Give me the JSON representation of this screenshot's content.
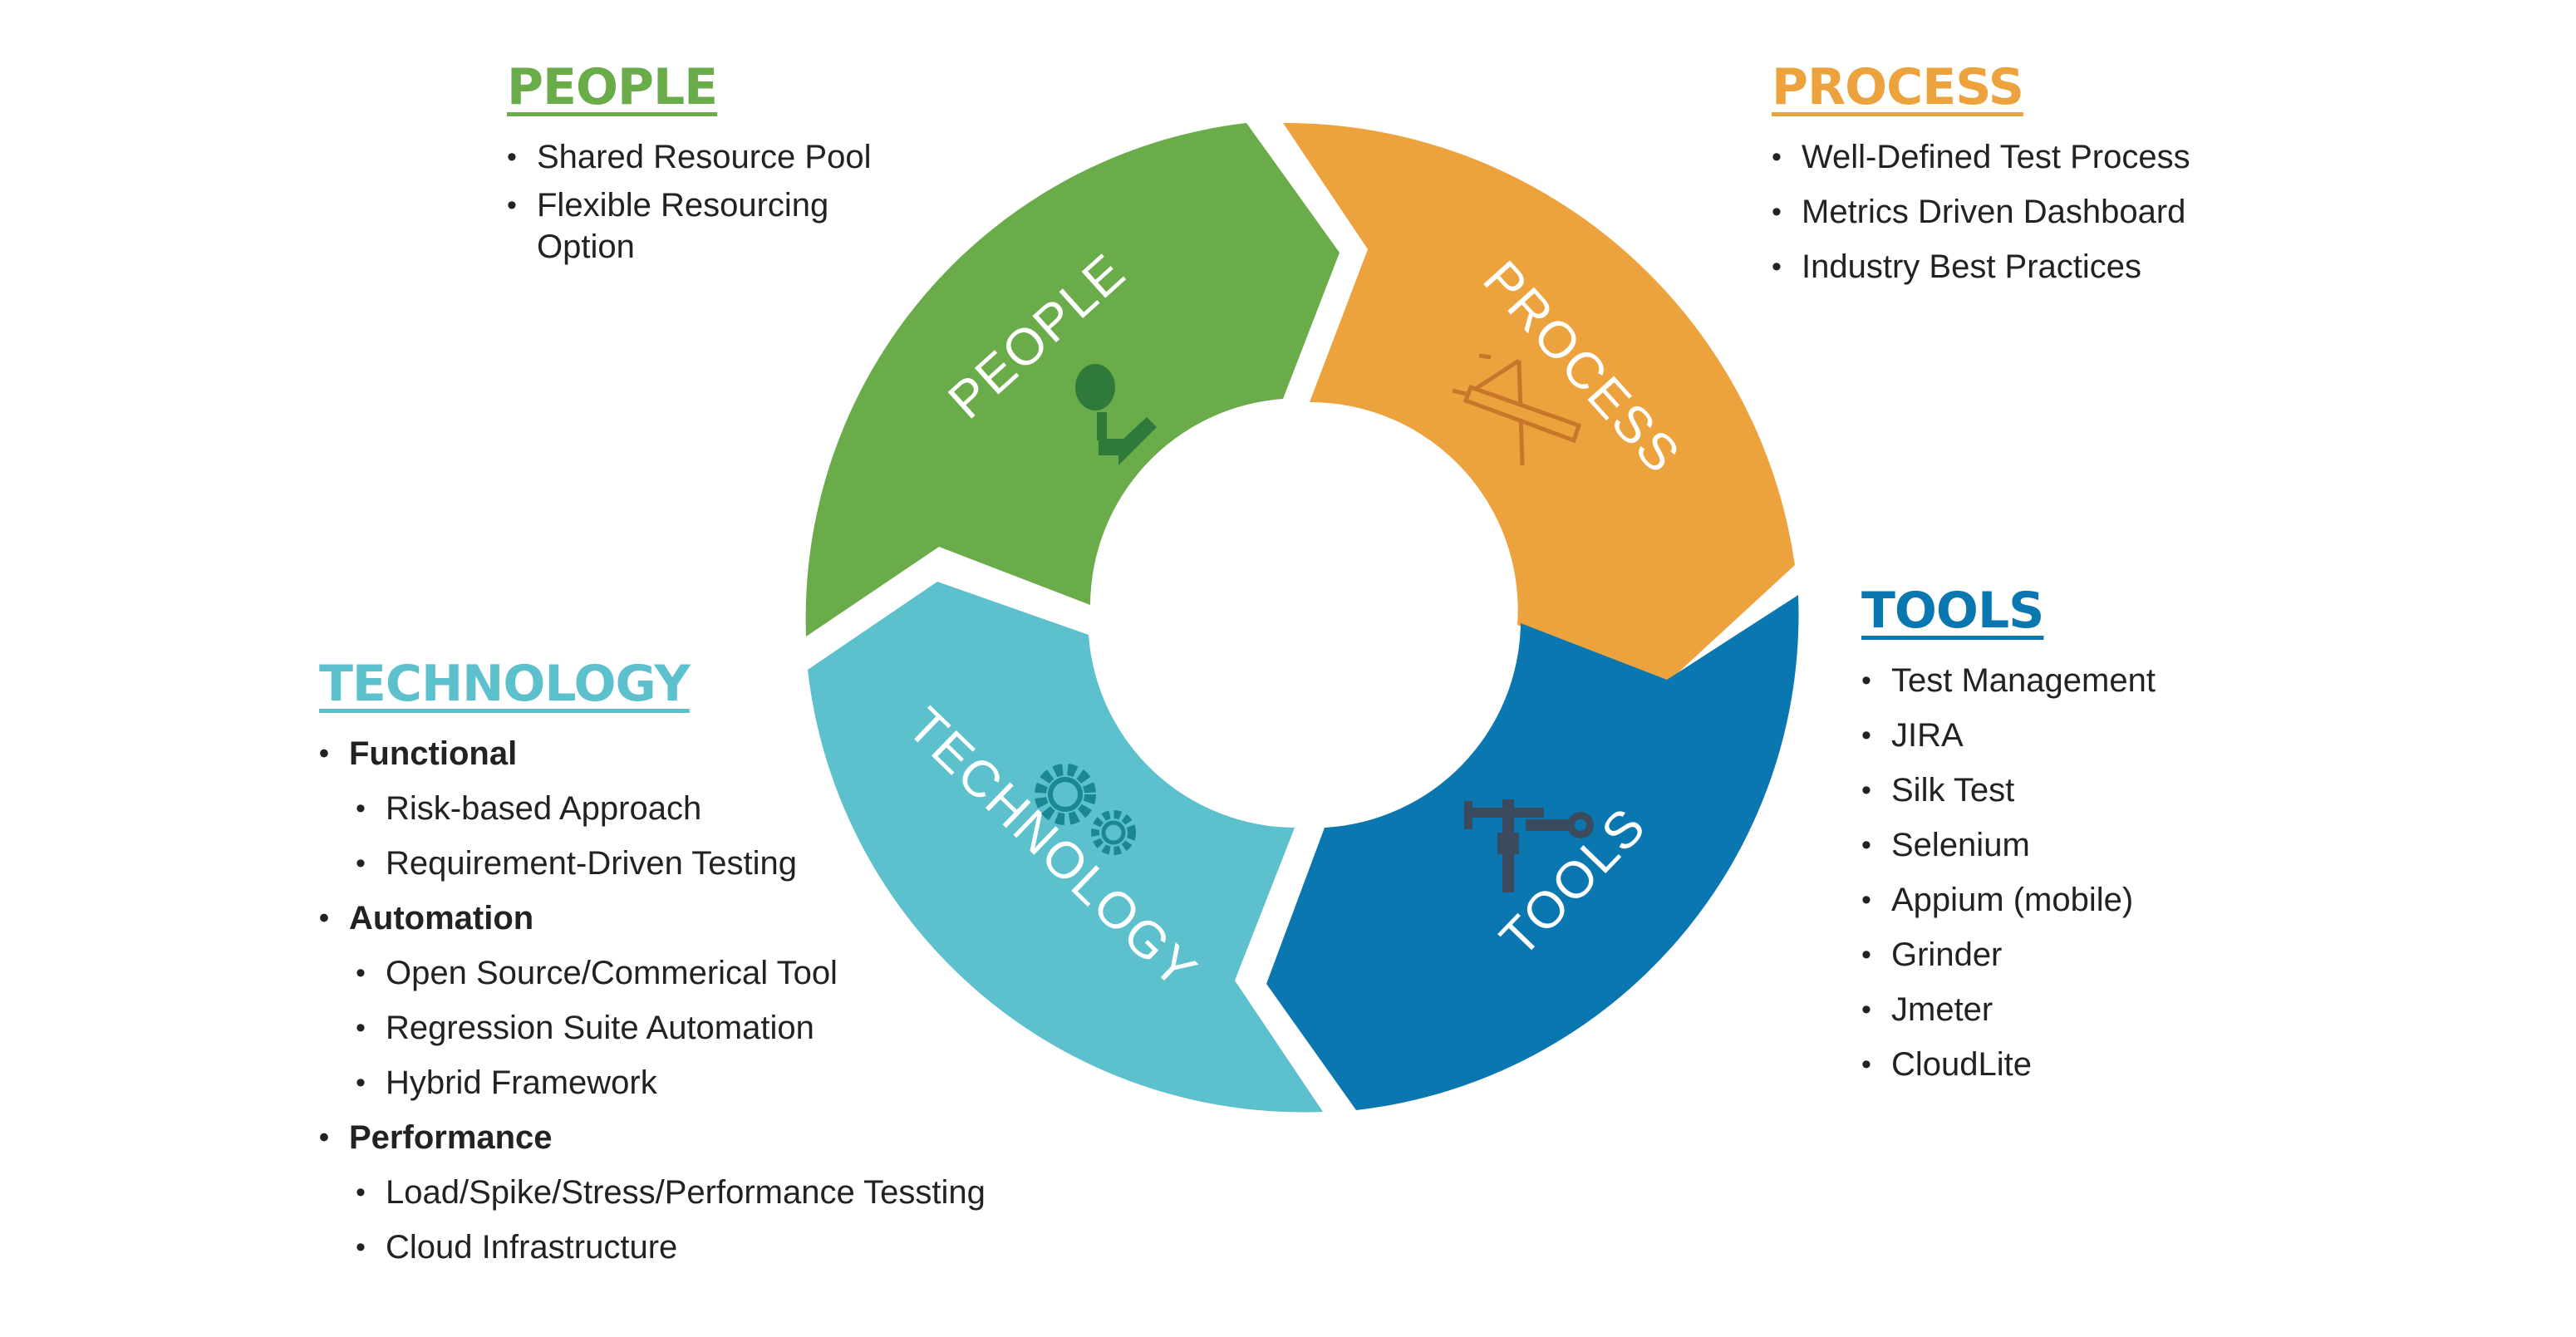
{
  "people": {
    "title": "PEOPLE",
    "segment_label": "PEOPLE",
    "items": [
      "Shared Resource Pool",
      "Flexible Resourcing Option"
    ],
    "color": "#6aab4a",
    "icon": "person-icon"
  },
  "process": {
    "title": "PROCESS",
    "segment_label": "PROCESS",
    "items": [
      "Well-Defined Test Process",
      "Metrics Driven Dashboard",
      "Industry Best Practices"
    ],
    "color": "#eda33d",
    "icon": "pencil-compass-icon"
  },
  "tools": {
    "title": "TOOLS",
    "segment_label": "TOOLS",
    "items": [
      "Test Management",
      "JIRA",
      "Silk Test",
      "Selenium",
      "Appium (mobile)",
      "Grinder",
      "Jmeter",
      "CloudLite"
    ],
    "color": "#0b77b0",
    "icon": "screwdriver-wrench-icon"
  },
  "technology": {
    "title": "TECHNOLOGY",
    "segment_label": "TECHNOLOGY",
    "color": "#5cc0cd",
    "icon": "gears-icon",
    "groups": [
      {
        "label": "Functional",
        "items": [
          "Risk-based Approach",
          "Requirement-Driven Testing"
        ]
      },
      {
        "label": "Automation",
        "items": [
          "Open Source/Commerical Tool",
          "Regression Suite Automation",
          "Hybrid Framework"
        ]
      },
      {
        "label": "Performance",
        "items": [
          "Load/Spike/Stress/Performance Tessting",
          "Cloud Infrastructure"
        ]
      }
    ]
  }
}
